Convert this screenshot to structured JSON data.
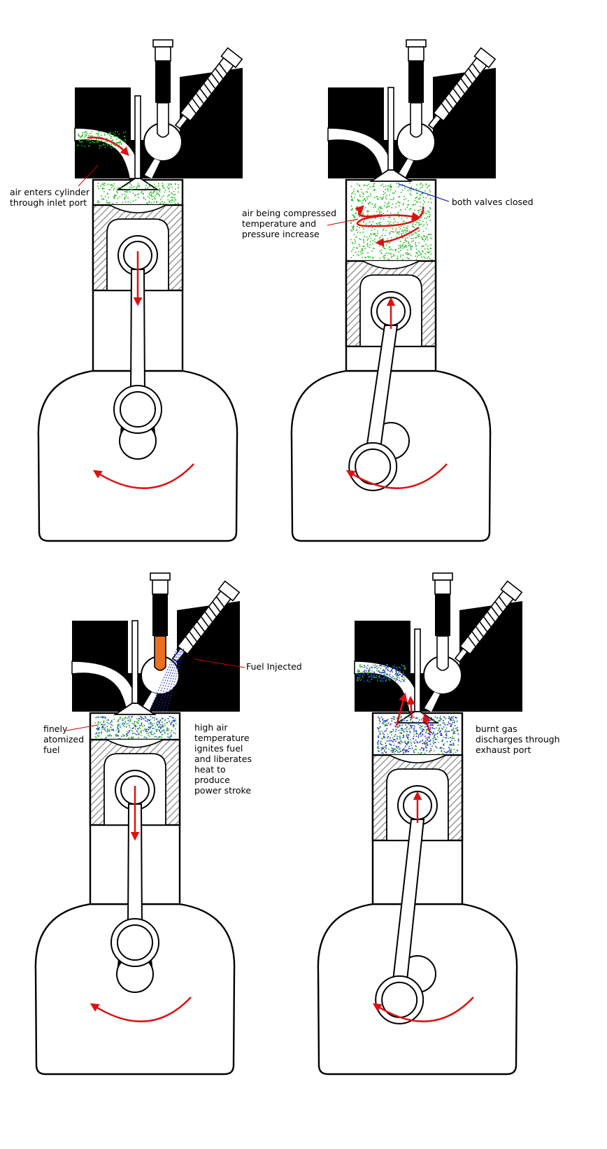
{
  "labels": {
    "intake": "air enters cylinder\nthrough inlet port",
    "compress": "air being compressed\ntemperature and\npressure increase",
    "valves": "both valves closed",
    "injected": "Fuel Injected",
    "atomized": "finely\natomized\nfuel",
    "ignite": "high air\ntemperature\nignites fuel\nand liberates\nheat to\nproduce\npower stroke",
    "exhaust": "burnt gas\ndischarges through\nexhaust port"
  },
  "colors": {
    "outline": "#000000",
    "fill": "#ffffff",
    "piston_hatch": "#999999",
    "arrow": "#e01010",
    "air": "#22bb22",
    "fuel": "#2233cc",
    "hot": "#e87020",
    "leader_blue": "#0000cc"
  },
  "panels": [
    {
      "name": "intake",
      "crank_deg": 90,
      "piston_dir": "down",
      "air": true,
      "fuel": false,
      "injecting": false,
      "exhaust": false
    },
    {
      "name": "compression",
      "crank_deg": 235,
      "piston_dir": "up",
      "air": true,
      "fuel": false,
      "injecting": false,
      "exhaust": false
    },
    {
      "name": "power",
      "crank_deg": 90,
      "piston_dir": "down",
      "air": true,
      "fuel": true,
      "injecting": true,
      "exhaust": false
    },
    {
      "name": "exhaust",
      "crank_deg": 235,
      "piston_dir": "up",
      "air": true,
      "fuel": true,
      "injecting": false,
      "exhaust": true
    }
  ]
}
